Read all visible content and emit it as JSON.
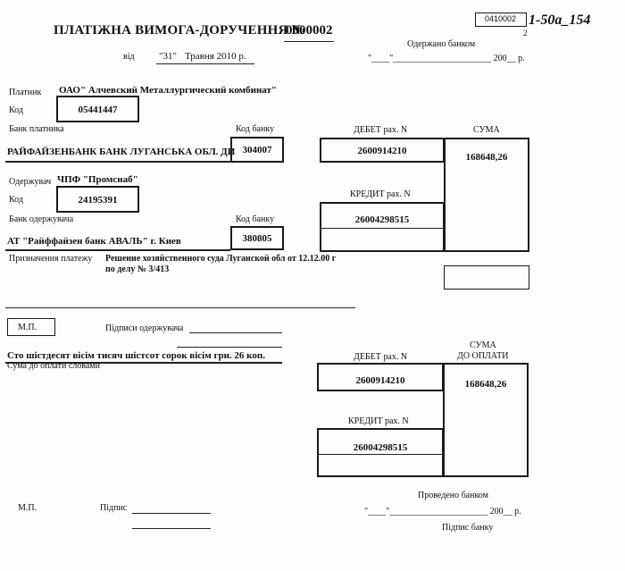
{
  "header": {
    "form_code": "0410002",
    "form_code_sub": "2",
    "archive_ref": "1-50a_154",
    "title": "ПЛАТІЖНА ВИМОГА-ДОРУЧЕННЯ №",
    "number": "0000002",
    "date_prefix": "від",
    "day": "\"31\"",
    "month_year": "Травня 2010 р.",
    "received_label": "Одержано банком",
    "received_date_blank": "\"____\"______________________ 200__ р."
  },
  "payer": {
    "label": "Платник",
    "name": "ОАО\" Алчевский Металлургический комбинат\"",
    "code_label": "Код",
    "code": "05441447",
    "bank_label": "Банк платника",
    "bank_name": "РАЙФАЙЗЕНБАНК БАНК ЛУГАНСЬКА ОБЛ. ДИ",
    "bank_code_label": "Код банку",
    "bank_code": "304007"
  },
  "recipient": {
    "label": "Одержувач",
    "name": "ЧПФ \"Промснаб\"",
    "code_label": "Код",
    "code": "24195391",
    "bank_label": "Банк одержувача",
    "bank_name": "АТ \"Райффайзен банк АВАЛЬ\" г. Киев",
    "bank_code_label": "Код банку",
    "bank_code": "380805"
  },
  "accounts_top": {
    "debit_label": "ДЕБЕТ рах. N",
    "debit_account": "2600914210",
    "sum_label": "СУМА",
    "sum_value": "168648,26",
    "credit_label": "КРЕДИТ рах. N",
    "credit_account": "26004298515"
  },
  "purpose": {
    "label": "Призначення платежу",
    "line1": "Решение  хозяйственного суда  Луганской обл от 12.12.00 г",
    "line2": "по делу № 3/413"
  },
  "mid": {
    "stamp": "М.П.",
    "recipient_signatures": "Підписи одержувача"
  },
  "sum_words": {
    "text": "Сто шістдесят вісім тисяч шістсот сорок вісім грн. 26 коп.",
    "label": "Сума до оплати словами"
  },
  "accounts_bottom": {
    "debit_label": "ДЕБЕТ рах. N",
    "debit_account": "2600914210",
    "sum_label_1": "СУМА",
    "sum_label_2": "ДО ОПЛАТИ",
    "sum_value": "168648,26",
    "credit_label": "КРЕДИТ рах. N",
    "credit_account": "26004298515"
  },
  "footer": {
    "stamp": "М.П.",
    "signature_label": "Підпис",
    "processed_label": "Проведено банком",
    "processed_date_blank": "\"____\"______________________ 200__ р.",
    "bank_signature_label": "Підпис банку"
  }
}
